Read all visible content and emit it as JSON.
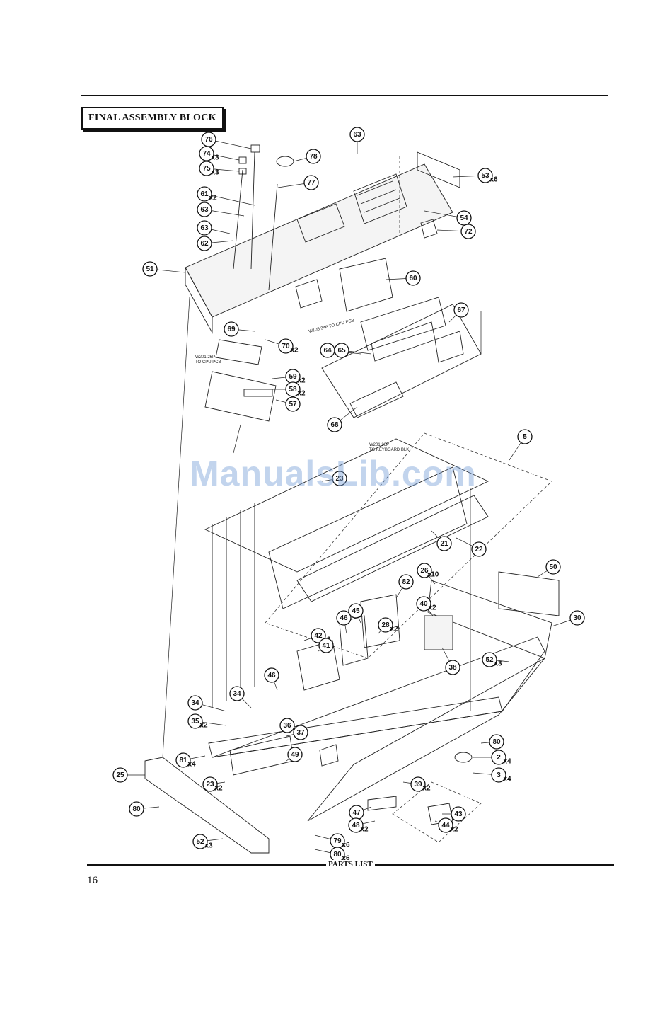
{
  "section_title": "FINAL ASSEMBLY BLOCK",
  "footer_label": "PARTS LIST",
  "page_number": "16",
  "watermark": "ManualsLib.com",
  "notes": {
    "w201": "W201 26P",
    "w201_dest": "TO CPU PCB",
    "w105": "W105 34P TO CPU PCB",
    "w203": "W201 26P",
    "w203_dest": "TO KEYBOARD BLK"
  },
  "callouts": [
    {
      "num": "76",
      "qty": ""
    },
    {
      "num": "74",
      "qty": "x3"
    },
    {
      "num": "75",
      "qty": "x3"
    },
    {
      "num": "78",
      "qty": ""
    },
    {
      "num": "77",
      "qty": ""
    },
    {
      "num": "63",
      "qty": ""
    },
    {
      "num": "53",
      "qty": "x6"
    },
    {
      "num": "61",
      "qty": "x2"
    },
    {
      "num": "63",
      "qty": ""
    },
    {
      "num": "54",
      "qty": ""
    },
    {
      "num": "63",
      "qty": ""
    },
    {
      "num": "72",
      "qty": ""
    },
    {
      "num": "62",
      "qty": ""
    },
    {
      "num": "51",
      "qty": ""
    },
    {
      "num": "60",
      "qty": ""
    },
    {
      "num": "67",
      "qty": ""
    },
    {
      "num": "69",
      "qty": ""
    },
    {
      "num": "70",
      "qty": "x2"
    },
    {
      "num": "64",
      "qty": ""
    },
    {
      "num": "65",
      "qty": ""
    },
    {
      "num": "59",
      "qty": "x2"
    },
    {
      "num": "58",
      "qty": "x2"
    },
    {
      "num": "57",
      "qty": ""
    },
    {
      "num": "68",
      "qty": ""
    },
    {
      "num": "5",
      "qty": ""
    },
    {
      "num": "23",
      "qty": ""
    },
    {
      "num": "21",
      "qty": ""
    },
    {
      "num": "22",
      "qty": ""
    },
    {
      "num": "50",
      "qty": ""
    },
    {
      "num": "26",
      "qty": "x10"
    },
    {
      "num": "82",
      "qty": ""
    },
    {
      "num": "40",
      "qty": "x2"
    },
    {
      "num": "30",
      "qty": ""
    },
    {
      "num": "46",
      "qty": ""
    },
    {
      "num": "45",
      "qty": ""
    },
    {
      "num": "28",
      "qty": "x2"
    },
    {
      "num": "42",
      "qty": "x2"
    },
    {
      "num": "41",
      "qty": ""
    },
    {
      "num": "38",
      "qty": ""
    },
    {
      "num": "52",
      "qty": "x3"
    },
    {
      "num": "46",
      "qty": ""
    },
    {
      "num": "34",
      "qty": ""
    },
    {
      "num": "34",
      "qty": ""
    },
    {
      "num": "35",
      "qty": "x2"
    },
    {
      "num": "36",
      "qty": ""
    },
    {
      "num": "37",
      "qty": ""
    },
    {
      "num": "80",
      "qty": ""
    },
    {
      "num": "2",
      "qty": "x4"
    },
    {
      "num": "81",
      "qty": "x4"
    },
    {
      "num": "49",
      "qty": ""
    },
    {
      "num": "3",
      "qty": "x4"
    },
    {
      "num": "25",
      "qty": ""
    },
    {
      "num": "23",
      "qty": "x2"
    },
    {
      "num": "39",
      "qty": "x2"
    },
    {
      "num": "80",
      "qty": ""
    },
    {
      "num": "47",
      "qty": ""
    },
    {
      "num": "43",
      "qty": ""
    },
    {
      "num": "48",
      "qty": "x2"
    },
    {
      "num": "44",
      "qty": "x2"
    },
    {
      "num": "52",
      "qty": "x3"
    },
    {
      "num": "79",
      "qty": "x6"
    },
    {
      "num": "80",
      "qty": "x6"
    }
  ]
}
